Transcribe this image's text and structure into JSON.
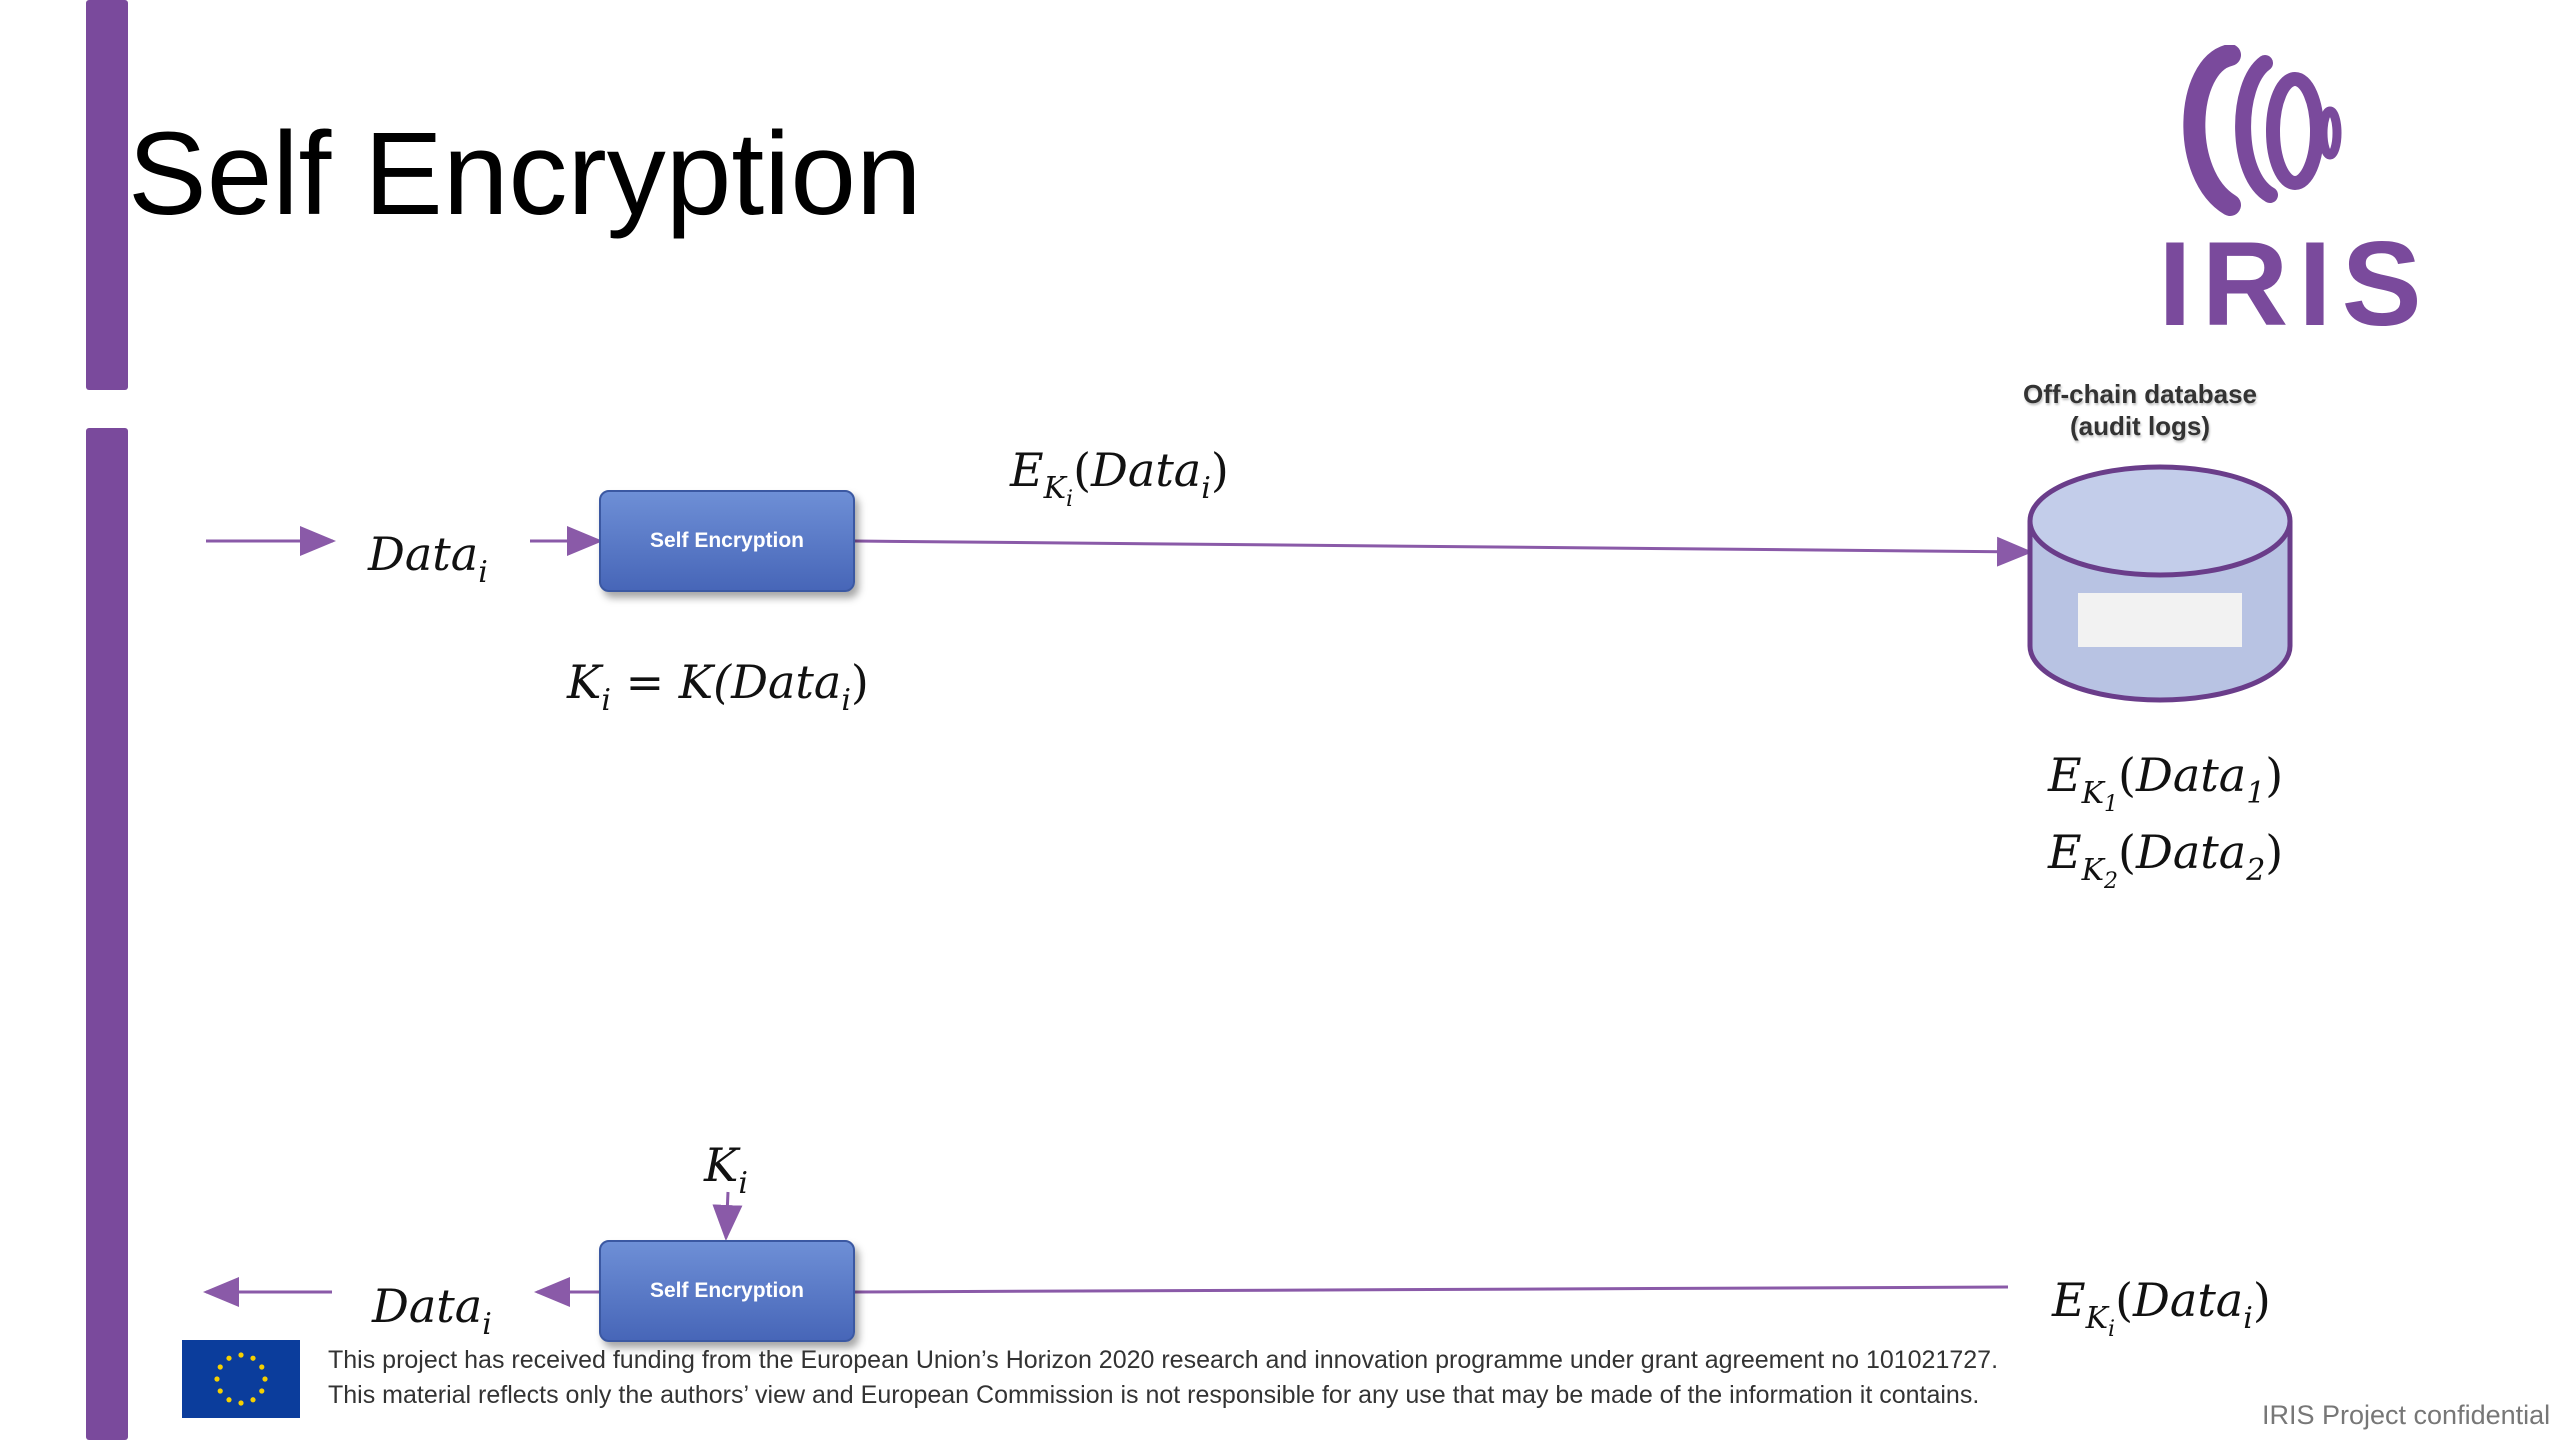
{
  "slide": {
    "title": "Self Encryption"
  },
  "logo": {
    "text": "IRIS",
    "color": "#7a4a9c"
  },
  "diagram": {
    "encrypt_row": {
      "input_label": "Data",
      "input_sub": "i",
      "box_label": "Self Encryption",
      "key_formula": {
        "lhs": "K",
        "lhs_sub": "i",
        "eq": " = K(",
        "arg": "Data",
        "arg_sub": "i",
        "close": ")"
      },
      "output_label": {
        "e": "E",
        "k": "K",
        "k_sub": "i",
        "open": "(",
        "arg": "Data",
        "arg_sub": "i",
        "close": ")"
      }
    },
    "database": {
      "caption_line1": "Off-chain database",
      "caption_line2": "(audit logs)",
      "entries": [
        {
          "e": "E",
          "k": "K",
          "k_sub": "1",
          "open": "(",
          "arg": "Data",
          "arg_sub": "1",
          "close": ")"
        },
        {
          "e": "E",
          "k": "K",
          "k_sub": "2",
          "open": "(",
          "arg": "Data",
          "arg_sub": "2",
          "close": ")"
        }
      ]
    },
    "decrypt_row": {
      "key_label": "K",
      "key_sub": "i",
      "box_label": "Self Encryption",
      "output_label": "Data",
      "output_sub": "i",
      "input_label": {
        "e": "E",
        "k": "K",
        "k_sub": "i",
        "open": "(",
        "arg": "Data",
        "arg_sub": "i",
        "close": ")"
      }
    },
    "colors": {
      "arrow": "#8a5aa8",
      "box_fill": "#5677c6",
      "db_fill": "#b8c3e3",
      "db_stroke": "#6a3d8a"
    }
  },
  "footer": {
    "line1": "This project has received funding from the European Union’s Horizon 2020 research and innovation programme under grant agreement no 101021727.",
    "line2": "This material reflects only the authors’ view and European Commission is not responsible for any use that may be made of the information it contains.",
    "confidential": "IRIS Project confidential",
    "flag_color": "#0b3d9c",
    "star_color": "#f5d000"
  }
}
